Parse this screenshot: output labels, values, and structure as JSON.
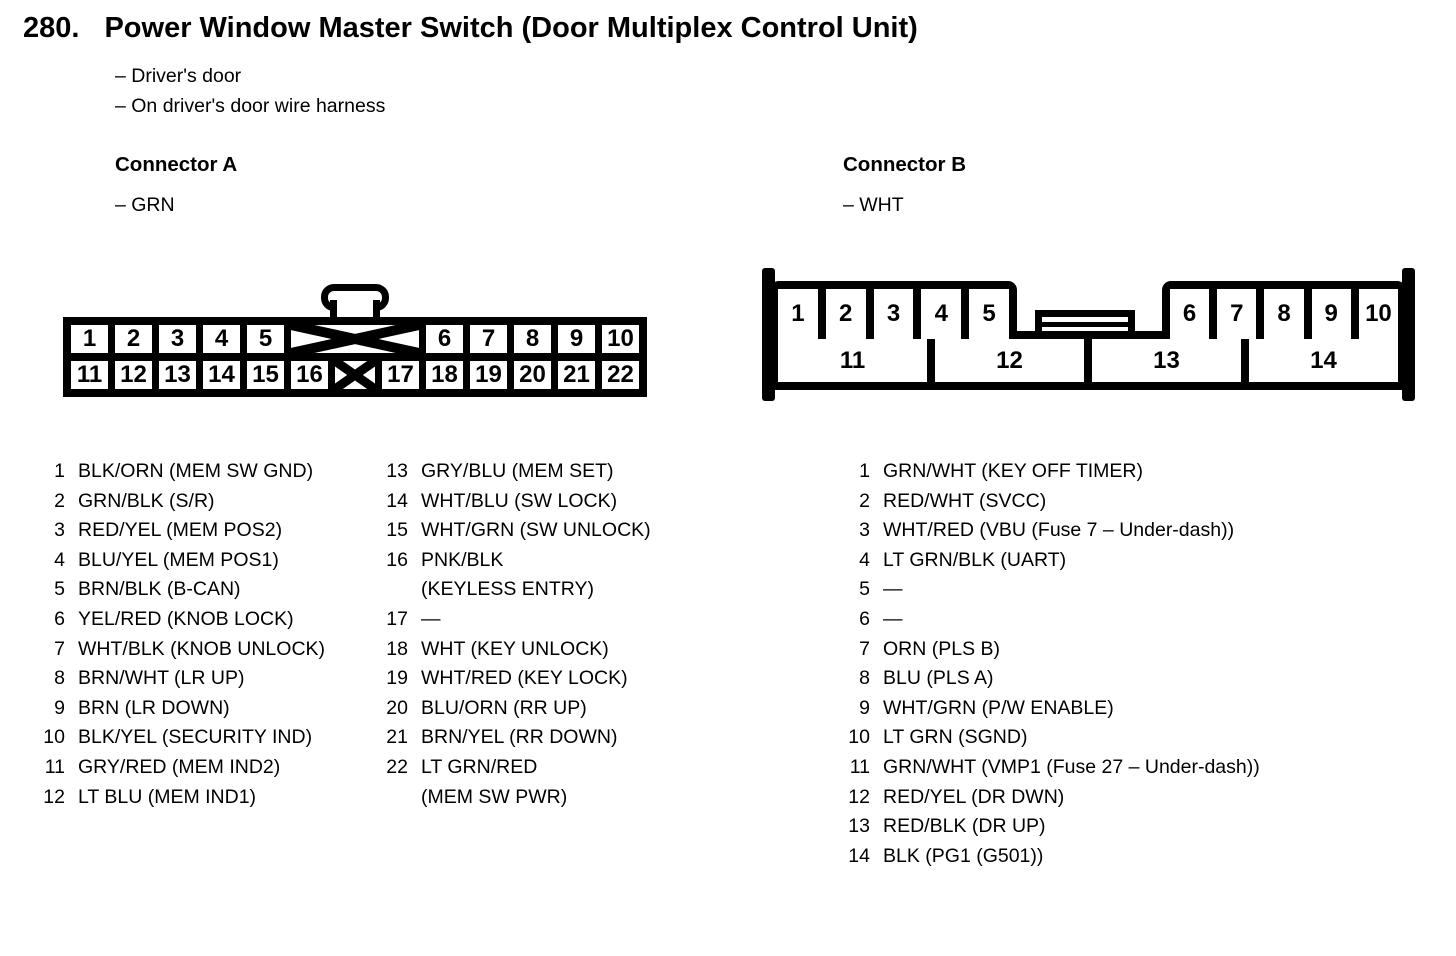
{
  "page": {
    "number": "280.",
    "title": "Power Window Master Switch (Door Multiplex Control Unit)",
    "subtitles": [
      "– Driver's door",
      "– On driver's door wire harness"
    ]
  },
  "colors": {
    "ink": "#000000",
    "paper": "#ffffff"
  },
  "connector_a": {
    "label": "Connector A",
    "color_note": "– GRN",
    "top_pins_left": [
      "1",
      "2",
      "3",
      "4",
      "5"
    ],
    "top_pins_right": [
      "6",
      "7",
      "8",
      "9",
      "10"
    ],
    "bottom_pins_left": [
      "11",
      "12",
      "13",
      "14",
      "15",
      "16"
    ],
    "bottom_pins_right": [
      "17",
      "18",
      "19",
      "20",
      "21",
      "22"
    ],
    "pin_list_left": [
      {
        "pin": "1",
        "desc": "BLK/ORN (MEM SW GND)"
      },
      {
        "pin": "2",
        "desc": "GRN/BLK (S/R)"
      },
      {
        "pin": "3",
        "desc": "RED/YEL (MEM POS2)"
      },
      {
        "pin": "4",
        "desc": "BLU/YEL (MEM POS1)"
      },
      {
        "pin": "5",
        "desc": "BRN/BLK (B-CAN)"
      },
      {
        "pin": "6",
        "desc": "YEL/RED (KNOB LOCK)"
      },
      {
        "pin": "7",
        "desc": "WHT/BLK (KNOB UNLOCK)"
      },
      {
        "pin": "8",
        "desc": "BRN/WHT (LR UP)"
      },
      {
        "pin": "9",
        "desc": "BRN (LR DOWN)"
      },
      {
        "pin": "10",
        "desc": "BLK/YEL (SECURITY IND)"
      },
      {
        "pin": "11",
        "desc": "GRY/RED (MEM IND2)"
      },
      {
        "pin": "12",
        "desc": "LT BLU (MEM IND1)"
      }
    ],
    "pin_list_right": [
      {
        "pin": "13",
        "desc": "GRY/BLU (MEM SET)"
      },
      {
        "pin": "14",
        "desc": "WHT/BLU (SW LOCK)"
      },
      {
        "pin": "15",
        "desc": "WHT/GRN (SW UNLOCK)"
      },
      {
        "pin": "16",
        "desc": "PNK/BLK\n(KEYLESS ENTRY)"
      },
      {
        "pin": "17",
        "desc": "—"
      },
      {
        "pin": "18",
        "desc": "WHT (KEY UNLOCK)"
      },
      {
        "pin": "19",
        "desc": "WHT/RED (KEY LOCK)"
      },
      {
        "pin": "20",
        "desc": "BLU/ORN (RR UP)"
      },
      {
        "pin": "21",
        "desc": "BRN/YEL (RR DOWN)"
      },
      {
        "pin": "22",
        "desc": "LT GRN/RED\n(MEM SW PWR)"
      }
    ]
  },
  "connector_b": {
    "label": "Connector B",
    "color_note": "– WHT",
    "top_pins_left": [
      "1",
      "2",
      "3",
      "4",
      "5"
    ],
    "top_pins_right": [
      "6",
      "7",
      "8",
      "9",
      "10"
    ],
    "bottom_pins": [
      "11",
      "12",
      "13",
      "14"
    ],
    "pin_list": [
      {
        "pin": "1",
        "desc": "GRN/WHT (KEY OFF TIMER)"
      },
      {
        "pin": "2",
        "desc": "RED/WHT (SVCC)"
      },
      {
        "pin": "3",
        "desc": "WHT/RED (VBU (Fuse 7 – Under-dash))"
      },
      {
        "pin": "4",
        "desc": "LT GRN/BLK (UART)"
      },
      {
        "pin": "5",
        "desc": "—"
      },
      {
        "pin": "6",
        "desc": "—"
      },
      {
        "pin": "7",
        "desc": "ORN (PLS B)"
      },
      {
        "pin": "8",
        "desc": "BLU (PLS A)"
      },
      {
        "pin": "9",
        "desc": "WHT/GRN (P/W ENABLE)"
      },
      {
        "pin": "10",
        "desc": "LT GRN (SGND)"
      },
      {
        "pin": "11",
        "desc": "GRN/WHT (VMP1 (Fuse 27 – Under-dash))"
      },
      {
        "pin": "12",
        "desc": "RED/YEL (DR DWN)"
      },
      {
        "pin": "13",
        "desc": "RED/BLK (DR UP)"
      },
      {
        "pin": "14",
        "desc": "BLK (PG1 (G501))"
      }
    ]
  }
}
